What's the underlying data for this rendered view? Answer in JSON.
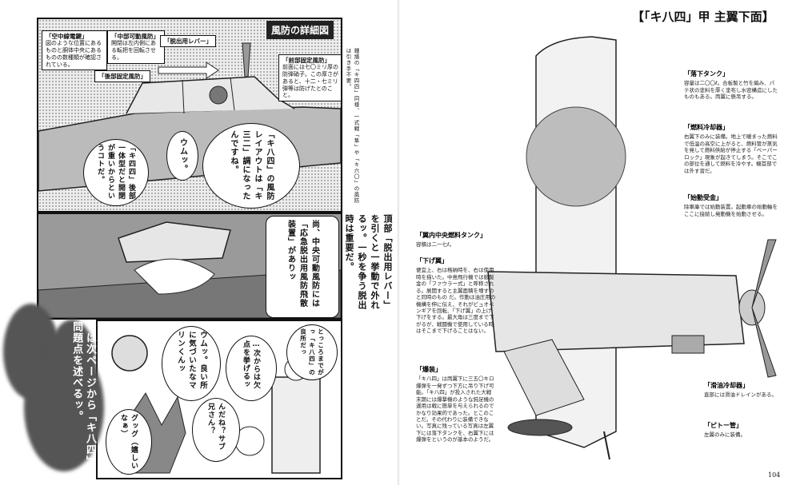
{
  "left_page": {
    "panel1": {
      "title": "風防の詳細図",
      "captions": [
        {
          "heading": "「空中線電鍵」",
          "text": "図のような位置にあるものと胴体中央にあるものの数種類が確認されている。"
        },
        {
          "heading": "「中部可動風防」",
          "text": "開閉は左内側にある転把を回転させる。"
        },
        {
          "heading": "「脱出用レバー」",
          "text": ""
        },
        {
          "heading": "「前部固定風防」",
          "text": "前面には七〇ミリ厚の防弾硝子。この厚さがあると、十二・七ミリ弾等は防げたとのこと。"
        },
        {
          "heading": "「後部固定風防」",
          "text": ""
        }
      ],
      "side_note": "鍾馗の「キ四四」同様、一式戦「隼」や「キ六〇」の風防は引き手不要。",
      "bubble_a": "「キ八四」の風防レイアウトは「キ三二」調になったんですね。",
      "bubble_b": "ウムッ。",
      "bubble_c": "「キ四四」後部一体型だと開閉が重いからというコトだ。"
    },
    "panel2": {
      "bubble_a": "尚、中央可動風防には「応急脱出用風防飛散装置」がありッ",
      "bubble_b": "頂部「脱出用レバー」を引くと一挙動で外れるッ。一秒を争う脱出時は重要だ。"
    },
    "panel3": {
      "bubble_a": "とっころまでがっ「キ八四」の良所だっ",
      "bubble_b": "ウムッ。良い所に気づいたなマリンくんッ",
      "bubble_c": "…次からは欠点を挙げるッ",
      "bubble_d": "んだね？サブ兄さん？",
      "bubble_e": "グッグ（嬉しいなぁ）"
    },
    "big_text": "では次ページから「キ八四」の問題点を述べるッ。"
  },
  "right_page": {
    "title": "【「キ八四」甲 主翼下面】",
    "captions": [
      {
        "heading": "「落下タンク」",
        "text": "容量は二〇〇ℓ。合板製と竹を編み、パテ状の塗料を厚く塗布し水密構造にしたものもある。両翼に懸吊する。"
      },
      {
        "heading": "「燃料冷却器」",
        "text": "右翼下のみに装備。地上で暖まった燃料で低温の高空に上がると、燃料管が蒸気を発して燃料供給が停止する「ベーパーロック」現象が起きてしまう。そこでこの部位を通して燃料を冷やす。機首部では外す習だ。"
      },
      {
        "heading": "「始動受金」",
        "text": "除車庫では始動装置。起動車の始動軸をここに接続し発動機を始動させる。"
      },
      {
        "heading": "「翼内中央燃料タンク」",
        "text": "容積は二一七ℓ。"
      },
      {
        "heading": "「下げ翼」",
        "text": "便宜上、右は格納時を、右は使用時を描いた。中島飛行機では御製金の「ファウラー式」と呼称される。展開すると主翼面積を増すのと同時のもの だ。作動は油圧用の機構を伸に伝え、それがビュオペンギアを回転、「下げ翼」の上げ下げをする。最大角は三度まで下がるが、戦闘機で使用している時はそこまで下げることはない。"
      },
      {
        "heading": "「爆装」",
        "text": "「キ八四」は両翼下に三五〇キロ爆弾を一発ずつ下方に吊り下げ可能。「キ八四」が投入された大戦末期には爆撃機のような鈍足機の運用は戦に簡単を与えられるのでかなり効果的であった。とこのことだ。その代わりに装備できない。写真に残っている写真は左翼下には落下タンクを、右翼下には爆弾をというのが基本のようだ。"
      },
      {
        "heading": "「滑油冷却器」",
        "text": "直部には滑油ドレインがある。"
      },
      {
        "heading": "「ピトー管」",
        "text": "左翼のみに装備。"
      }
    ],
    "page_number": "104"
  }
}
